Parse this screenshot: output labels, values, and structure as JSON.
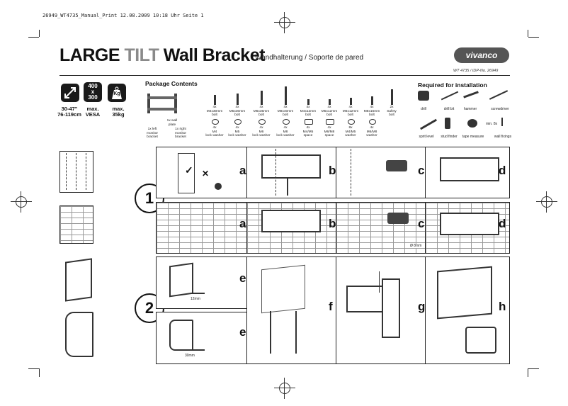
{
  "print_header": "26949_WT4735_Manual_Print  12.08.2009  10:18 Uhr  Seite 1",
  "title": {
    "part1": "LARGE ",
    "part2": "TILT",
    "part3": " Wall Bracket"
  },
  "subtitle": "Wandhalterung / Soporte de pared",
  "brand": "vivanco",
  "article_no": "WT 4735 / IDP-No. 26949",
  "specs": {
    "size_icon": "resize-icon",
    "vesa_box": [
      "400",
      "x",
      "300"
    ],
    "weight_box": "Kg",
    "size": [
      "30-47\"",
      "76-119cm"
    ],
    "vesa": [
      "max.",
      "VESA"
    ],
    "weight": [
      "max.",
      "35kg"
    ]
  },
  "package_contents": {
    "title": "Package Contents",
    "bracket_labels": {
      "wall_plate": [
        "1x wall",
        "plate"
      ],
      "left": [
        "1x left",
        "monitor",
        "bracket"
      ],
      "right": [
        "1x right",
        "monitor",
        "bracket"
      ]
    },
    "bolts": [
      [
        "4x",
        "M4x30mm",
        "bolt"
      ],
      [
        "4x",
        "M5x30mm",
        "bolt"
      ],
      [
        "4x",
        "M6x35mm",
        "bolt"
      ],
      [
        "4x",
        "M8x40mm",
        "bolt"
      ],
      [
        "4x",
        "M4x12mm",
        "bolt"
      ],
      [
        "4x",
        "M5x12mm",
        "bolt"
      ],
      [
        "4x",
        "M6x12mm",
        "bolt"
      ],
      [
        "4x",
        "M8x16mm",
        "bolt"
      ],
      [
        "2x",
        "Safety",
        "bolt"
      ]
    ],
    "washers": [
      [
        "4x",
        "M4",
        "lock washer"
      ],
      [
        "4x",
        "M5",
        "lock washer"
      ],
      [
        "4x",
        "M6",
        "lock washer"
      ],
      [
        "4x",
        "M8",
        "lock washer"
      ],
      [
        "4x",
        "M4/M5",
        "space"
      ],
      [
        "4x",
        "M6/M8",
        "space"
      ],
      [
        "8x",
        "M4/M5",
        "washer"
      ],
      [
        "4x",
        "M6/M8",
        "washer"
      ]
    ]
  },
  "required": {
    "title": "Required for installation",
    "tools_row1": [
      "drill",
      "drill bit",
      "hammer",
      "screwdriver"
    ],
    "tools_row2": [
      "sprit level",
      "stud finder",
      "tape measure",
      "wall fixings"
    ],
    "min_label": "min. 8x"
  },
  "steps": {
    "step1": "1",
    "step2": "2",
    "row1_letters": [
      "a",
      "b",
      "c",
      "d"
    ],
    "row2_letters": [
      "a",
      "b",
      "c",
      "d"
    ],
    "row3_letters": [
      "e",
      "f",
      "g",
      "h"
    ],
    "row4_letters": [
      "e"
    ],
    "drill_size": "Ø 8mm",
    "screw_12": "12mm",
    "screw_30": "30mm"
  },
  "colors": {
    "ink": "#111111",
    "grey_title": "#8a8a8a",
    "brand_bg": "#555555"
  }
}
